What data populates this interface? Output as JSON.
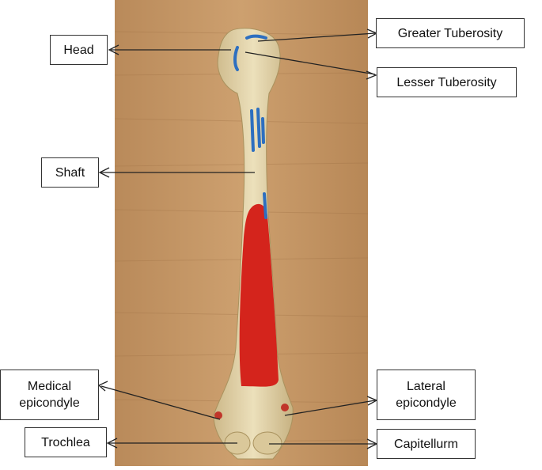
{
  "labels": {
    "head": "Head",
    "greater_tuberosity": "Greater Tuberosity",
    "lesser_tuberosity": "Lesser Tuberosity",
    "shaft": "Shaft",
    "medical_epicondyle": "Medical\nepicondyle",
    "lateral_epicondyle": "Lateral\nepicondyle",
    "trochlea": "Trochlea",
    "capitellurm": "Capitellurm"
  },
  "colors": {
    "wood_light": "#c99a68",
    "wood_dark": "#a97a4c",
    "bone": "#e3d3a6",
    "bone_shade": "#c9b482",
    "red_marking": "#d4241c",
    "blue_marking": "#2d6fc0",
    "line": "#222222"
  }
}
